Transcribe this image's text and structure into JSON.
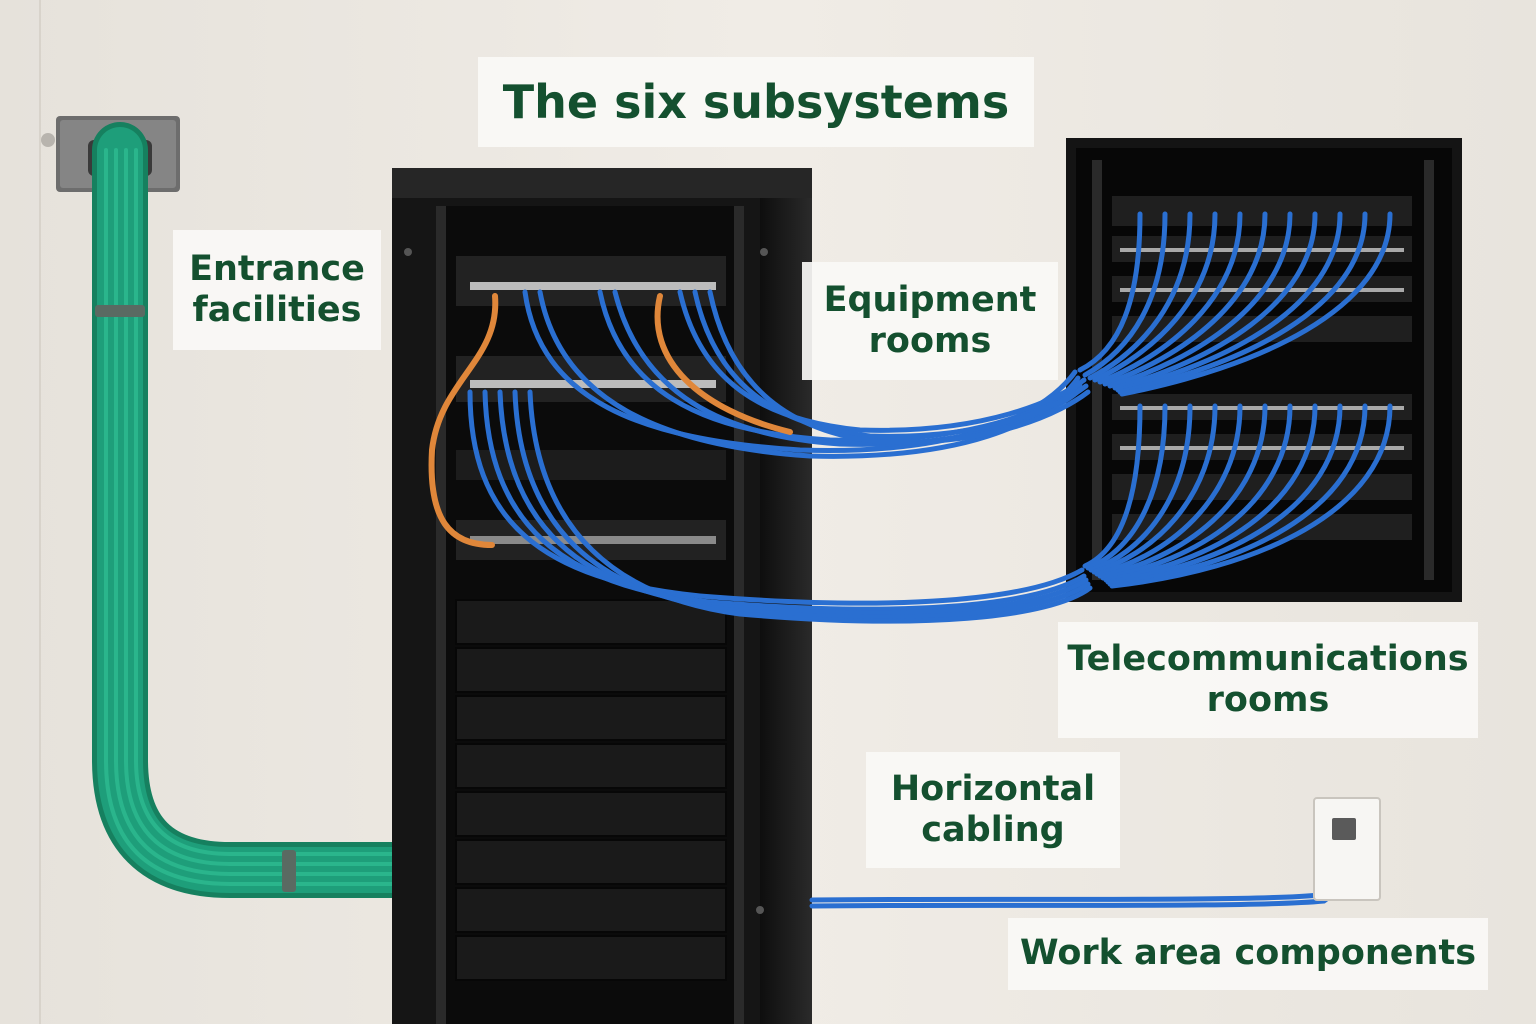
{
  "title": "The six subsystems",
  "labels": {
    "entrance": [
      "Entrance",
      "facilities"
    ],
    "equipment": [
      "Equipment",
      "rooms"
    ],
    "telecom": [
      "Telecommunications",
      "rooms"
    ],
    "horizontal": [
      "Horizontal",
      "cabling"
    ],
    "work_area": "Work area components"
  },
  "colors": {
    "label_text": "#14502f",
    "backbone_cable": "#1e9e7a",
    "patch_cable": "#2a6fd1",
    "patch_cable_alt": "#e0873a",
    "rack": "#1b1b1b"
  }
}
